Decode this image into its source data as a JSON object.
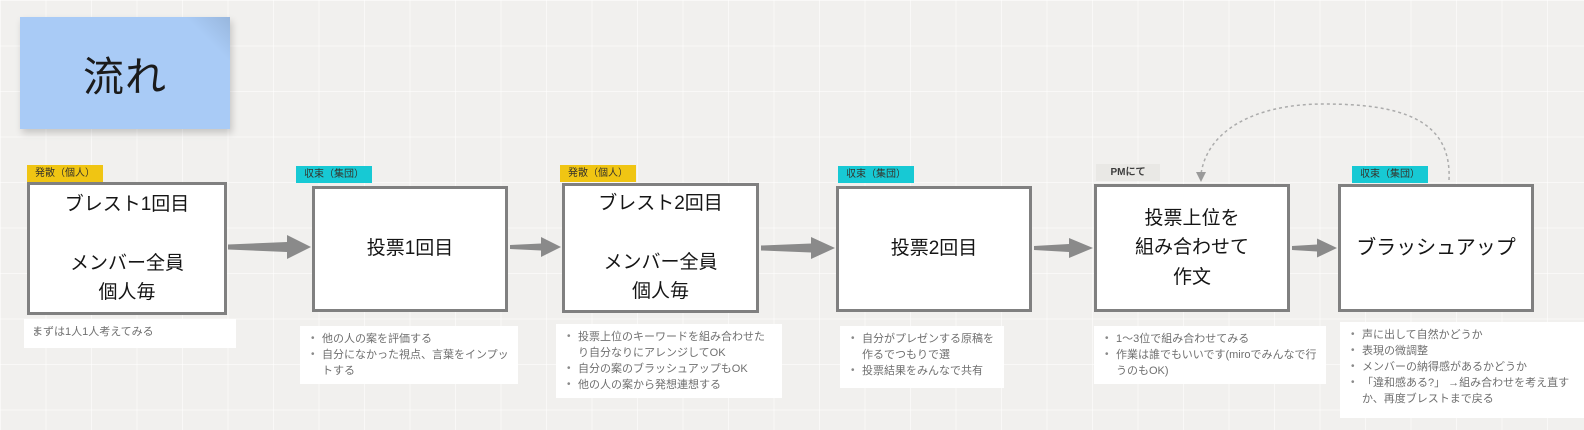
{
  "board": {
    "title_sticky": "流れ"
  },
  "colors": {
    "sticky_blue": "#a9cbf6",
    "tag_yellow": "#f0c513",
    "tag_cyan": "#17c9d4",
    "tag_gray": "#e9e8e5",
    "arrow_gray": "#8a8a8a",
    "box_border": "#808080",
    "note_text": "#6f6f6f",
    "background": "#f1f0ee"
  },
  "steps": [
    {
      "tag": "発散（個人）",
      "tag_type": "yellow",
      "title": "ブレスト1回目\n\nメンバー全員\n個人毎",
      "notes": [
        "まずは1人1人考えてみる"
      ]
    },
    {
      "tag": "収束（集団）",
      "tag_type": "cyan",
      "title": "投票1回目",
      "notes": [
        "他の人の案を評価する",
        "自分になかった視点、言葉をインプットする"
      ]
    },
    {
      "tag": "発散（個人）",
      "tag_type": "yellow",
      "title": "ブレスト2回目\n\nメンバー全員\n個人毎",
      "notes": [
        "投票上位のキーワードを組み合わせたり自分なりにアレンジしてOK",
        "自分の案のブラッシュアップもOK",
        "他の人の案から発想連想する"
      ]
    },
    {
      "tag": "収束（集団）",
      "tag_type": "cyan",
      "title": "投票2回目",
      "notes": [
        "自分がプレゼンする原稿を作るでつもりで選",
        "投票結果をみんなで共有"
      ]
    },
    {
      "tag": "PMにて",
      "tag_type": "gray",
      "title": "投票上位を\n組み合わせて\n作文",
      "notes": [
        "1～3位で組み合わせてみる",
        "作業は誰でもいいです(miroでみんなで行うのもOK)"
      ]
    },
    {
      "tag": "収束（集団）",
      "tag_type": "cyan",
      "title": "ブラッシュアップ",
      "notes": [
        "声に出して自然かどうか",
        "表現の微調整",
        "メンバーの納得感があるかどうか",
        "「違和感ある?」 →組み合わせを考え直すか、再度ブレストまで戻る"
      ]
    }
  ]
}
